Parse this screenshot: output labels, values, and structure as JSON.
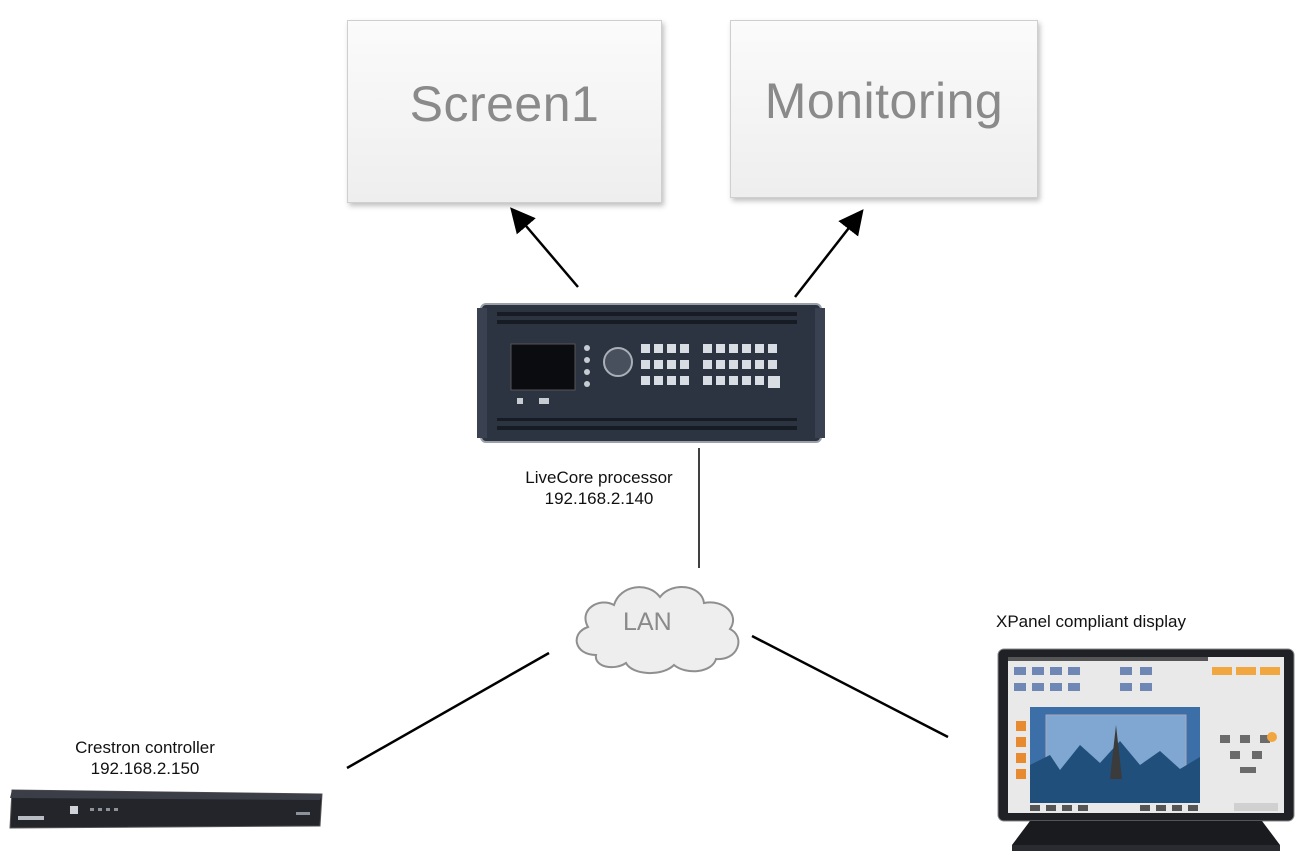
{
  "outputs": [
    {
      "label": "Screen1"
    },
    {
      "label": "Monitoring"
    }
  ],
  "processor": {
    "name": "LiveCore processor",
    "ip": "192.168.2.140"
  },
  "network": {
    "label": "LAN"
  },
  "controller": {
    "name": "Crestron controller",
    "ip": "192.168.2.150"
  },
  "display": {
    "name": "XPanel compliant display"
  },
  "colors": {
    "box_text": "#8a8a8a",
    "line": "#000000",
    "device_dark": "#2b3240",
    "cloud": "#eeeeee"
  }
}
